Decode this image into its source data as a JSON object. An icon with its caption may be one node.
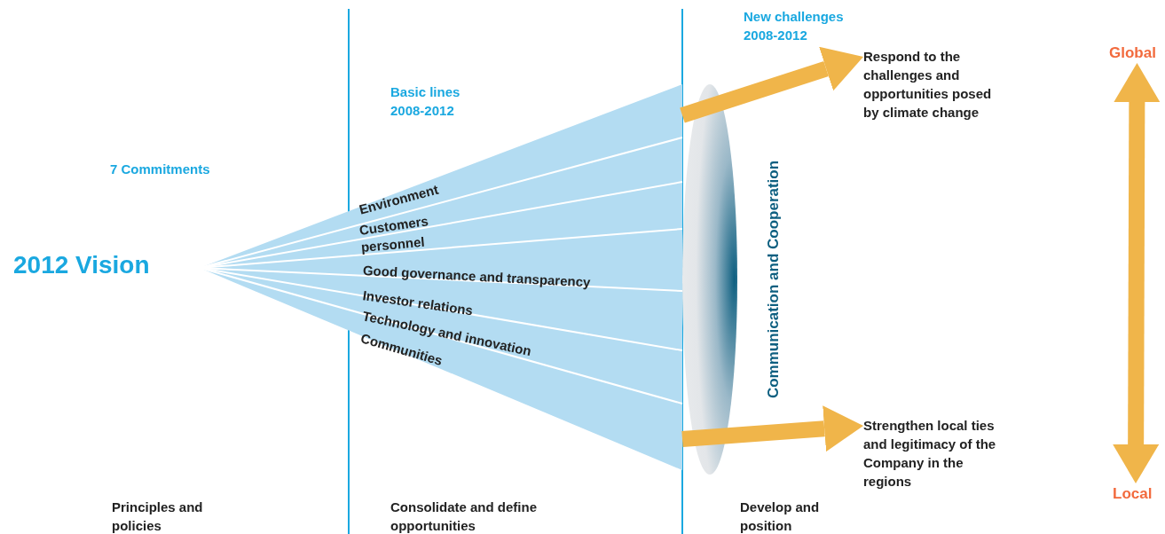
{
  "diagram": {
    "nodes": [
      {
        "text": [
          "2012 Vision"
        ]
      },
      {
        "text": [],
        "shape": "ellipse",
        "beside": [
          "Communication and Cooperation"
        ]
      },
      {
        "text": [
          "Respond to the challenges and opportunities posed by climate change"
        ]
      },
      {
        "text": [
          "Strengthen local ties and legitimacy of the Company in the regions"
        ]
      },
      {
        "text": [
          "Global"
        ]
      },
      {
        "text": [
          "Local"
        ]
      }
    ],
    "edges": [
      {
        "from": 1,
        "to": 2,
        "arrow": "to"
      },
      {
        "from": 1,
        "to": 3,
        "arrow": "to"
      },
      {
        "from": 4,
        "to": 5,
        "arrow": "both"
      }
    ],
    "labels": [
      "New challenges 2008-2012",
      "Basic lines 2008-2012",
      "7 Commitments",
      "Environment",
      "Customers",
      "personnel",
      "Good governance and transparency",
      "Investor relations",
      "Technology and innovation",
      "Communities",
      "Principles and policies",
      "Consolidate and define opportunities",
      "Develop and position"
    ]
  }
}
